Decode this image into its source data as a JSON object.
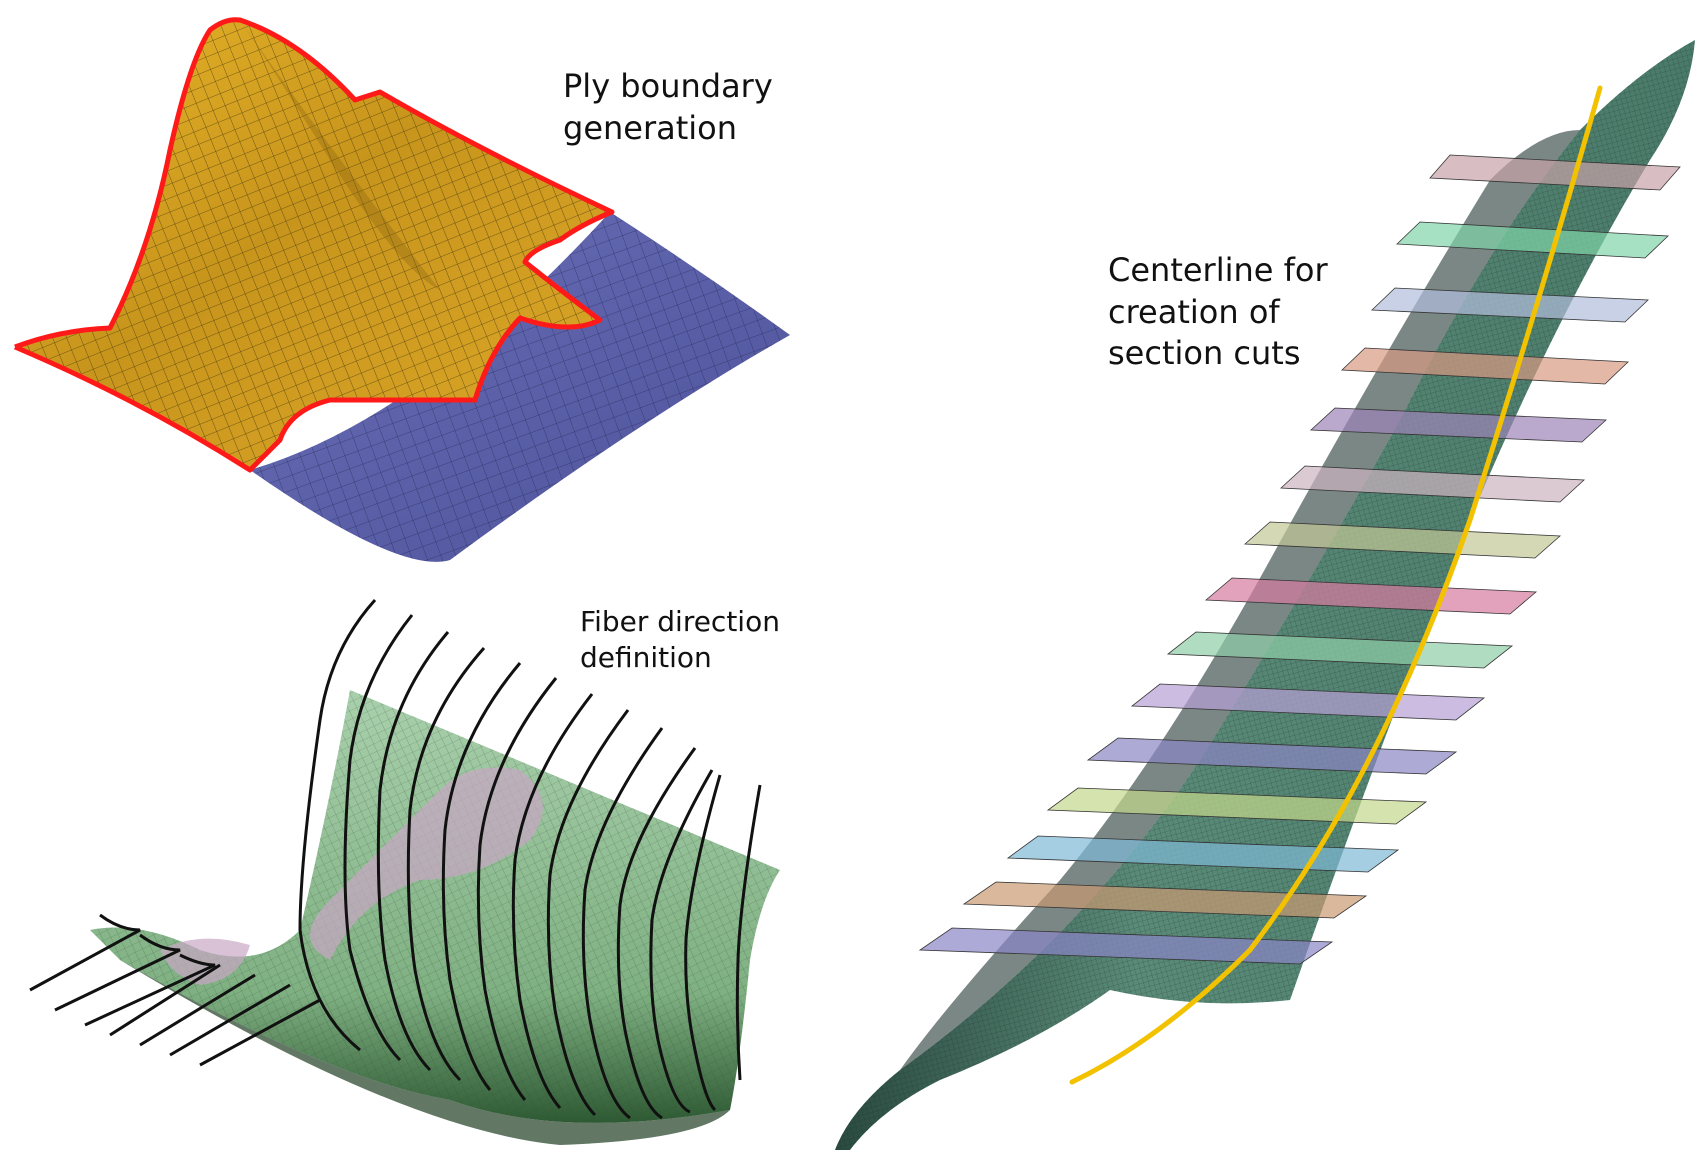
{
  "figure": {
    "panels": [
      {
        "id": "ply-boundary",
        "caption_lines": [
          "Ply boundary",
          "generation"
        ],
        "colors": {
          "ply": "#d9a321",
          "base": "#5a5fa8",
          "boundary": "#ff1a1a",
          "mesh": "#2a2208"
        }
      },
      {
        "id": "fiber-direction",
        "caption_lines": [
          "Fiber direction",
          "definition"
        ],
        "colors": {
          "surface": "#9cc7a0",
          "accent": "#c9a6c4",
          "fibers": "#111111"
        }
      },
      {
        "id": "centerline",
        "caption_lines": [
          "Centerline for",
          "creation of",
          "section cuts"
        ],
        "colors": {
          "surface": "#4f7f6e",
          "centerline": "#f2c200"
        },
        "section_cut_colors": [
          "#c8a3a8",
          "#7fd4a8",
          "#b0bddc",
          "#d99a82",
          "#9c84b8",
          "#cdb3c0",
          "#c2c796",
          "#d77aa0",
          "#8fcfa8",
          "#b79fd6",
          "#8c86c4",
          "#c3d88c",
          "#7fb9d6",
          "#c99a72",
          "#8a86c8"
        ]
      }
    ]
  }
}
